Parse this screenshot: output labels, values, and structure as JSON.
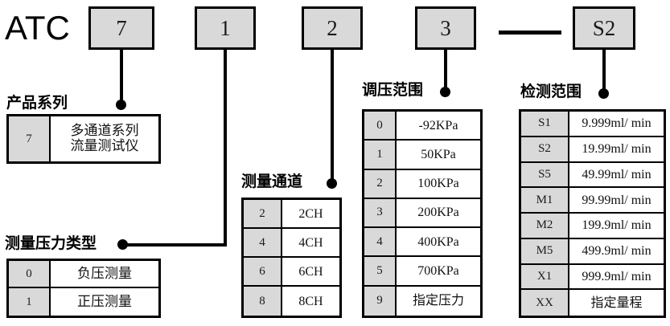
{
  "model_code": {
    "prefix": "ATC",
    "segments": [
      {
        "value": "7"
      },
      {
        "value": "1"
      },
      {
        "value": "2"
      },
      {
        "value": "3"
      },
      {
        "value": "S2"
      }
    ],
    "separator": "—"
  },
  "sections": {
    "product_series": {
      "caption": "产品系列",
      "rows": [
        {
          "code": "7",
          "desc": "多通道系列\n流量测试仪"
        }
      ]
    },
    "pressure_type": {
      "caption": "测量压力类型",
      "rows": [
        {
          "code": "0",
          "desc": "负压测量"
        },
        {
          "code": "1",
          "desc": "正压测量"
        }
      ]
    },
    "channels": {
      "caption": "测量通道",
      "rows": [
        {
          "code": "2",
          "desc": "2CH"
        },
        {
          "code": "4",
          "desc": "4CH"
        },
        {
          "code": "6",
          "desc": "6CH"
        },
        {
          "code": "8",
          "desc": "8CH"
        }
      ]
    },
    "pressure_range": {
      "caption": "调压范围",
      "rows": [
        {
          "code": "0",
          "desc": "-92KPa"
        },
        {
          "code": "1",
          "desc": "50KPa"
        },
        {
          "code": "2",
          "desc": "100KPa"
        },
        {
          "code": "3",
          "desc": "200KPa"
        },
        {
          "code": "4",
          "desc": "400KPa"
        },
        {
          "code": "5",
          "desc": "700KPa"
        },
        {
          "code": "9",
          "desc": "指定压力"
        }
      ]
    },
    "detection_range": {
      "caption": "检测范围",
      "rows": [
        {
          "code": "S1",
          "desc": "9.999ml/ min"
        },
        {
          "code": "S2",
          "desc": "19.99ml/ min"
        },
        {
          "code": "S5",
          "desc": "49.99ml/ min"
        },
        {
          "code": "M1",
          "desc": "99.99ml/ min"
        },
        {
          "code": "M2",
          "desc": "199.9ml/ min"
        },
        {
          "code": "M5",
          "desc": "499.9ml/ min"
        },
        {
          "code": "X1",
          "desc": "999.9ml/ min"
        },
        {
          "code": "XX",
          "desc": "指定量程"
        }
      ]
    }
  },
  "colors": {
    "box_fill": "#d9d9d9",
    "line": "#000000",
    "page_bg": "#ffffff"
  }
}
